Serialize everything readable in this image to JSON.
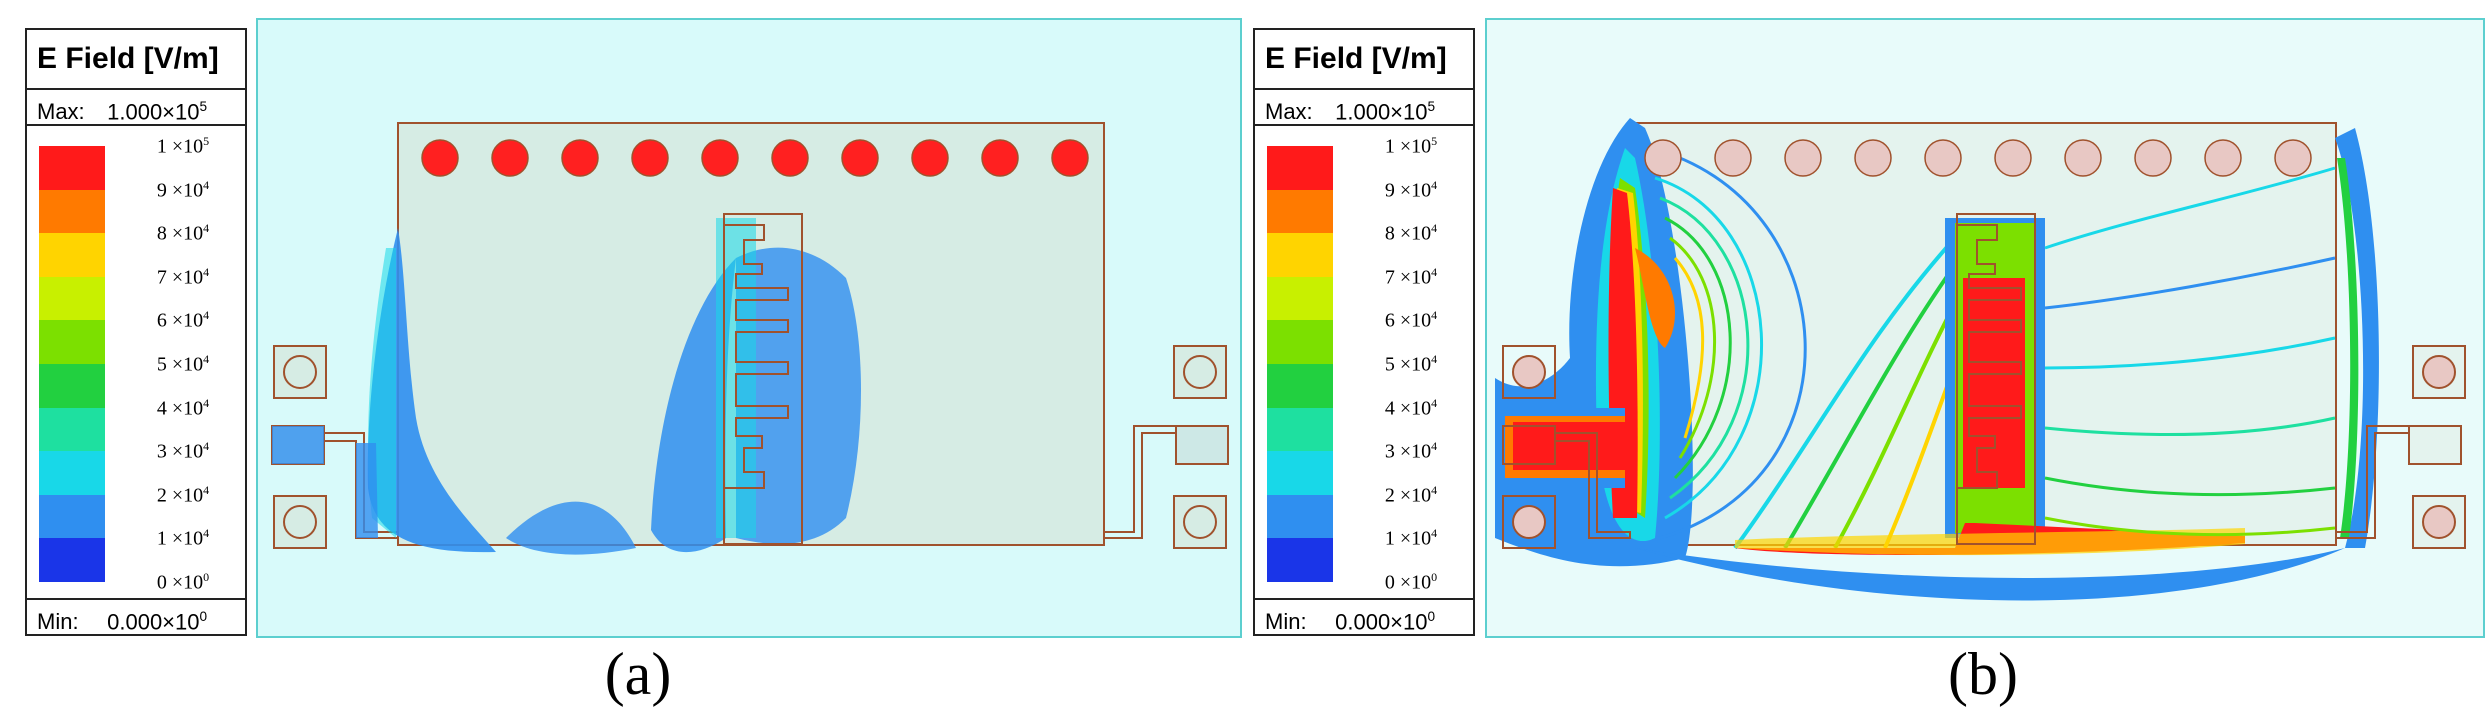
{
  "panels": [
    {
      "caption": "(a)",
      "legend": {
        "title": "E Field [V/m]",
        "max_label": "Max:",
        "max_value": "1.000×10",
        "max_exp": "5",
        "min_label": "Min:",
        "min_value": "0.000×10",
        "min_exp": "0",
        "ticks": [
          {
            "mant": "1",
            "exp": "5"
          },
          {
            "mant": "9",
            "exp": "4"
          },
          {
            "mant": "8",
            "exp": "4"
          },
          {
            "mant": "7",
            "exp": "4"
          },
          {
            "mant": "6",
            "exp": "4"
          },
          {
            "mant": "5",
            "exp": "4"
          },
          {
            "mant": "4",
            "exp": "4"
          },
          {
            "mant": "3",
            "exp": "4"
          },
          {
            "mant": "2",
            "exp": "4"
          },
          {
            "mant": "1",
            "exp": "4"
          },
          {
            "mant": "0",
            "exp": "0"
          }
        ],
        "colors": [
          "#ff1a1a",
          "#ff7a00",
          "#ffd400",
          "#c8f000",
          "#7ce000",
          "#22d040",
          "#1ee0a0",
          "#18d8e8",
          "#2f8ff0",
          "#1a35e8"
        ]
      }
    },
    {
      "caption": "(b)",
      "legend": {
        "title": "E Field [V/m]",
        "max_label": "Max:",
        "max_value": "1.000×10",
        "max_exp": "5",
        "min_label": "Min:",
        "min_value": "0.000×10",
        "min_exp": "0",
        "ticks": [
          {
            "mant": "1",
            "exp": "5"
          },
          {
            "mant": "9",
            "exp": "4"
          },
          {
            "mant": "8",
            "exp": "4"
          },
          {
            "mant": "7",
            "exp": "4"
          },
          {
            "mant": "6",
            "exp": "4"
          },
          {
            "mant": "5",
            "exp": "4"
          },
          {
            "mant": "4",
            "exp": "4"
          },
          {
            "mant": "3",
            "exp": "4"
          },
          {
            "mant": "2",
            "exp": "4"
          },
          {
            "mant": "1",
            "exp": "4"
          },
          {
            "mant": "0",
            "exp": "0"
          }
        ],
        "colors": [
          "#ff1a1a",
          "#ff7a00",
          "#ffd400",
          "#c8f000",
          "#7ce000",
          "#22d040",
          "#1ee0a0",
          "#18d8e8",
          "#2f8ff0",
          "#1a35e8"
        ]
      }
    }
  ],
  "style": {
    "background": "#d8fafa",
    "board": "#d6ece4",
    "outline": "#a0522d",
    "via_hot": "#ff2020",
    "via_cold": "#e8c8c4"
  }
}
